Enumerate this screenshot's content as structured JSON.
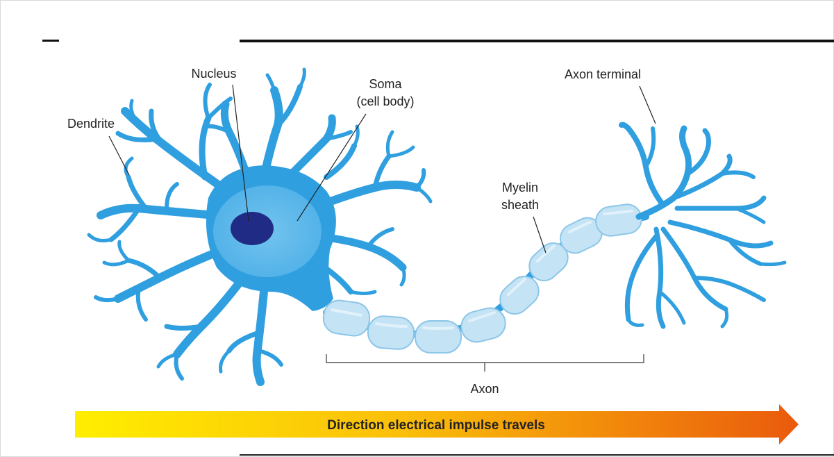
{
  "labels": {
    "nucleus": "Nucleus",
    "soma_line1": "Soma",
    "soma_line2": "(cell body)",
    "dendrite": "Dendrite",
    "axon_terminal": "Axon terminal",
    "myelin_line1": "Myelin",
    "myelin_line2": "sheath",
    "axon": "Axon"
  },
  "arrow": {
    "text": "Direction electrical impulse travels"
  },
  "colors": {
    "neuron_blue": "#2f9fe0",
    "soma_highlight": "#6cc0ee",
    "nucleus": "#1f2b85",
    "myelin": "#bfe0f4",
    "arrow_start": "#ffee00",
    "arrow_end": "#ea5a0c"
  }
}
